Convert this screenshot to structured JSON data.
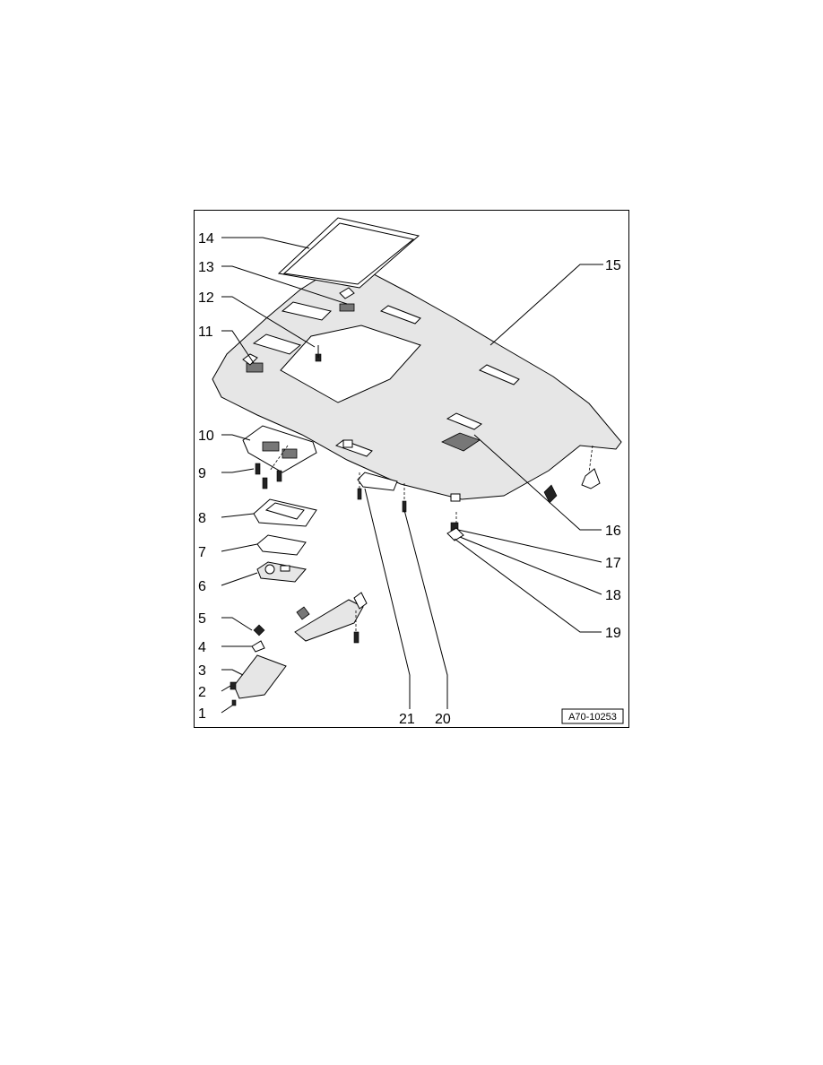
{
  "diagram": {
    "figure_ref": "A70-10253",
    "callouts": [
      {
        "id": "1",
        "label": "1"
      },
      {
        "id": "2",
        "label": "2"
      },
      {
        "id": "3",
        "label": "3"
      },
      {
        "id": "4",
        "label": "4"
      },
      {
        "id": "5",
        "label": "5"
      },
      {
        "id": "6",
        "label": "6"
      },
      {
        "id": "7",
        "label": "7"
      },
      {
        "id": "8",
        "label": "8"
      },
      {
        "id": "9",
        "label": "9"
      },
      {
        "id": "10",
        "label": "10"
      },
      {
        "id": "11",
        "label": "11"
      },
      {
        "id": "12",
        "label": "12"
      },
      {
        "id": "13",
        "label": "13"
      },
      {
        "id": "14",
        "label": "14"
      },
      {
        "id": "15",
        "label": "15"
      },
      {
        "id": "16",
        "label": "16"
      },
      {
        "id": "17",
        "label": "17"
      },
      {
        "id": "18",
        "label": "18"
      },
      {
        "id": "19",
        "label": "19"
      },
      {
        "id": "20",
        "label": "20"
      },
      {
        "id": "21",
        "label": "21"
      }
    ]
  }
}
